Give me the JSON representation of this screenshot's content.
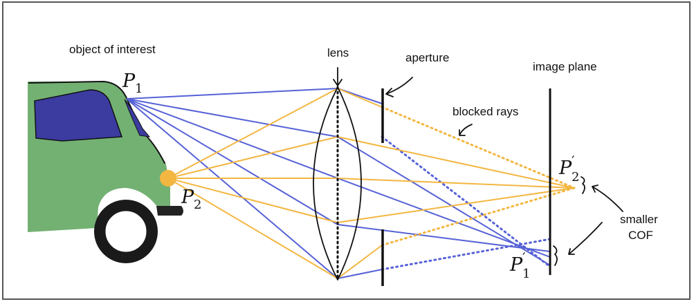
{
  "labels": {
    "object": "object of interest",
    "lens": "lens",
    "aperture": "aperture",
    "image_plane": "image plane",
    "blocked_rays": "blocked rays",
    "smaller": "smaller",
    "cof": "COF"
  },
  "points": {
    "p1": {
      "letter": "P",
      "sub": "1",
      "prime": ""
    },
    "p2": {
      "letter": "P",
      "sub": "2",
      "prime": ""
    },
    "p1_image": {
      "letter": "P",
      "sub": "1",
      "prime": "′"
    },
    "p2_image": {
      "letter": "P",
      "sub": "2",
      "prime": "′"
    }
  },
  "colors": {
    "blue_rays": "#5561d6",
    "orange_rays": "#f3b640",
    "van_body": "#5ba35b",
    "van_window": "#3b3ba0",
    "headlight": "#f3b640"
  }
}
